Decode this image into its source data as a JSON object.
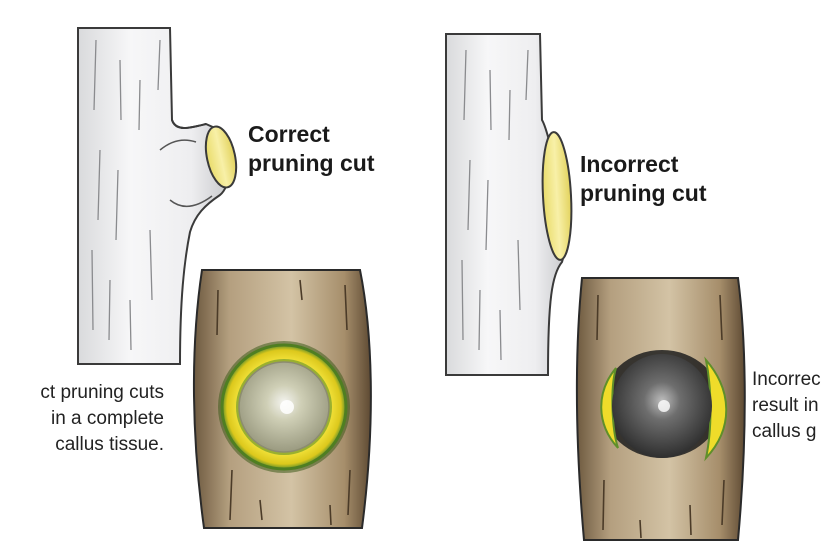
{
  "left_panel": {
    "cut_label": [
      "Correct",
      "pruning cut"
    ],
    "caption": [
      "ct pruning cuts",
      "in a complete",
      "callus tissue."
    ]
  },
  "right_panel": {
    "cut_label": [
      "Incorrect",
      "pruning cut"
    ],
    "caption": [
      "Incorrec",
      "result in",
      "callus g"
    ]
  },
  "colors": {
    "bark_light": "#ecedee",
    "bark_stroke": "#3a3a3a",
    "cut_yellow": "#f4eb96",
    "callus_yellow": "#e7d321",
    "callus_green": "#5f8f2a",
    "trunk_brown": "#b49f7f",
    "correct_wound": "#c9c9ad",
    "incorrect_wound": "#4a4a4a"
  }
}
